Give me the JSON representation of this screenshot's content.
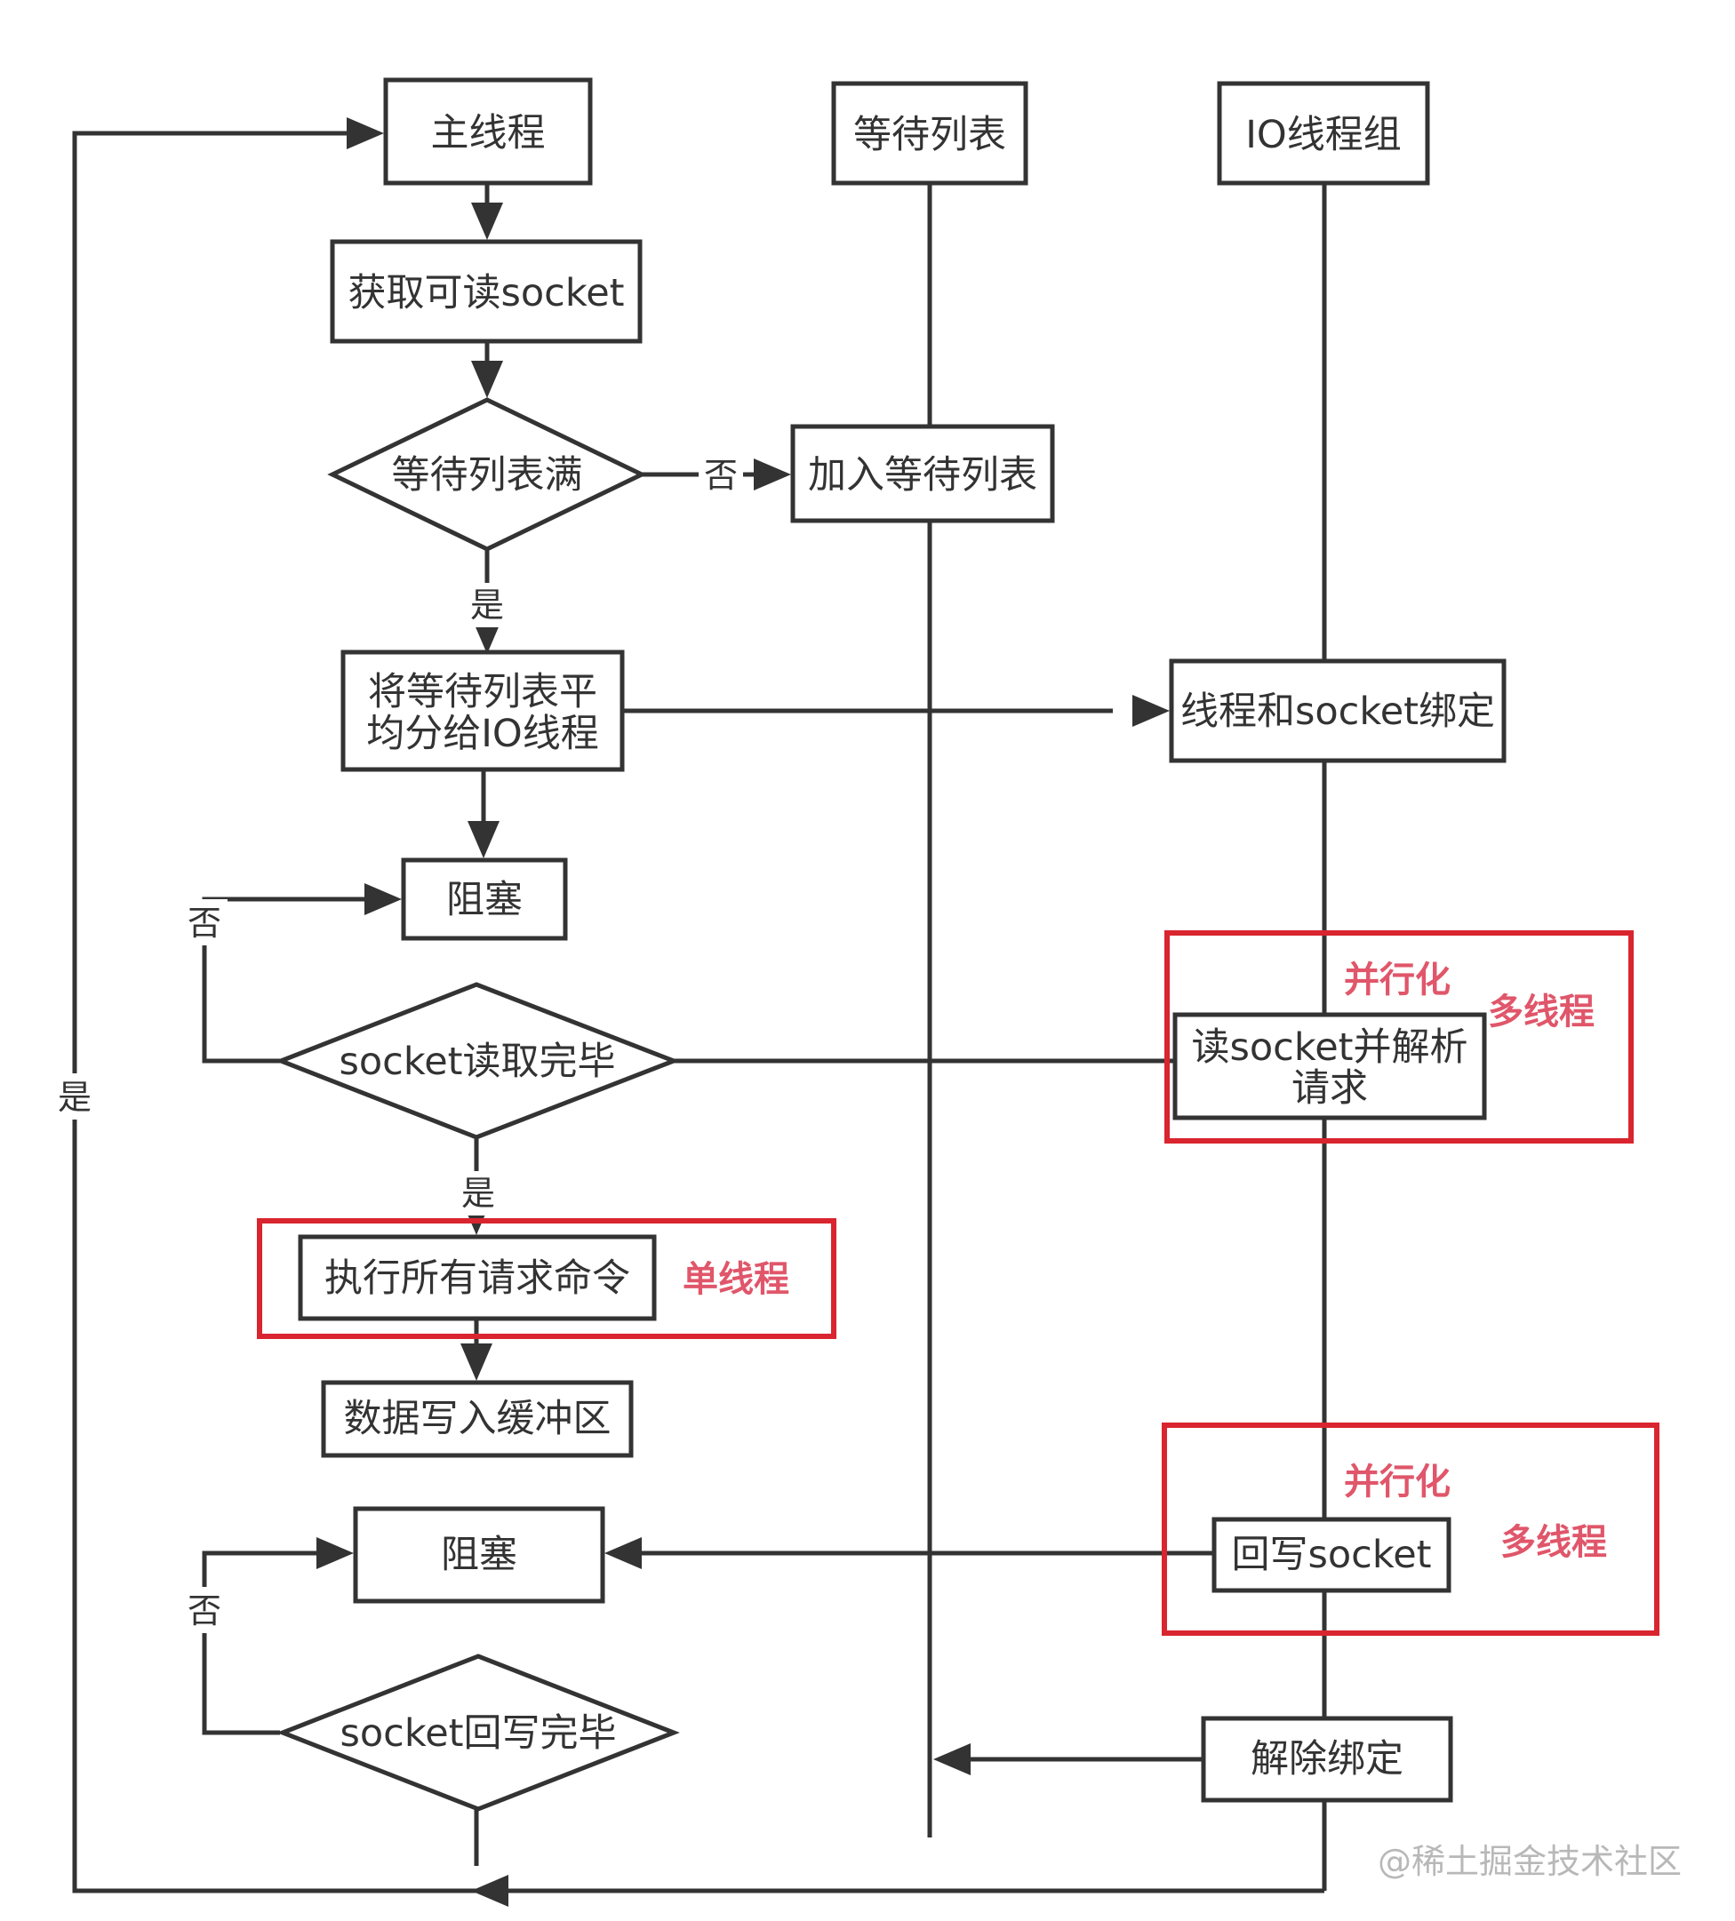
{
  "lanes": {
    "main": "主线程",
    "wait": "等待列表",
    "io": "IO线程组"
  },
  "nodes": {
    "get_socket": "获取可读socket",
    "wait_full": "等待列表满",
    "add_wait": "加入等待列表",
    "distribute": [
      "将等待列表平",
      "均分给IO线程"
    ],
    "bind": "线程和socket绑定",
    "block1": "阻塞",
    "read_done": "socket读取完毕",
    "read_parse": [
      "读socket并解析",
      "请求"
    ],
    "exec": "执行所有请求命令",
    "write_buf": "数据写入缓冲区",
    "block2": "阻塞",
    "write_back": "回写socket",
    "write_done": "socket回写完毕",
    "unbind": "解除绑定"
  },
  "edge_labels": {
    "no1": "否",
    "yes1": "是",
    "no2": "否",
    "yes2": "是",
    "no3": "否",
    "yes_loop": "是"
  },
  "highlights": {
    "parallel1": "并行化",
    "multi1": "多线程",
    "single": "单线程",
    "parallel2": "并行化",
    "multi2": "多线程"
  },
  "watermark": "@稀土掘金技术社区"
}
